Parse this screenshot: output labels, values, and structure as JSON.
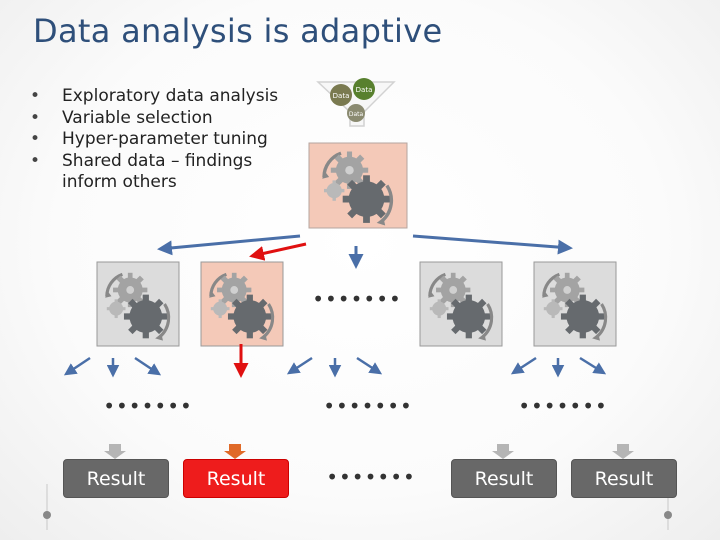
{
  "title": "Data analysis is adaptive",
  "bullets": [
    "Exploratory data analysis",
    "Variable selection",
    "Hyper-parameter tuning",
    "Shared data – findings inform others"
  ],
  "funnel": {
    "data_labels": [
      "Data",
      "Data",
      "Data"
    ]
  },
  "ellipsis": "•••••••",
  "results": [
    "Result",
    "Result",
    "Result",
    "Result"
  ],
  "colors": {
    "title": "#2e4f7a",
    "arrow_blue": "#4a6fa8",
    "arrow_red": "#e01010",
    "box_gray": "#dcdcdc",
    "box_highlight": "#f4c9b8",
    "result_gray": "#686868",
    "result_red": "#ee1c1c",
    "gear_dark": "#666a6e",
    "gear_light": "#9a9a9a"
  },
  "icons": [
    "gears-icon",
    "funnel-icon",
    "arrow-icon"
  ]
}
